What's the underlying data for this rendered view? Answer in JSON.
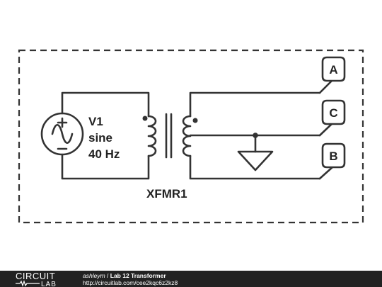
{
  "schematic": {
    "source": {
      "name": "V1",
      "type": "sine",
      "frequency": "40 Hz"
    },
    "transformer": {
      "name": "XFMR1"
    },
    "ports": [
      "A",
      "C",
      "B"
    ]
  },
  "footer": {
    "logo_top": "CIRCUIT",
    "logo_bottom": "LAB",
    "author": "ashleym",
    "separator": " / ",
    "title": "Lab 12 Transformer",
    "url": "http://circuitlab.com/cee2kqc6z2kz8"
  }
}
